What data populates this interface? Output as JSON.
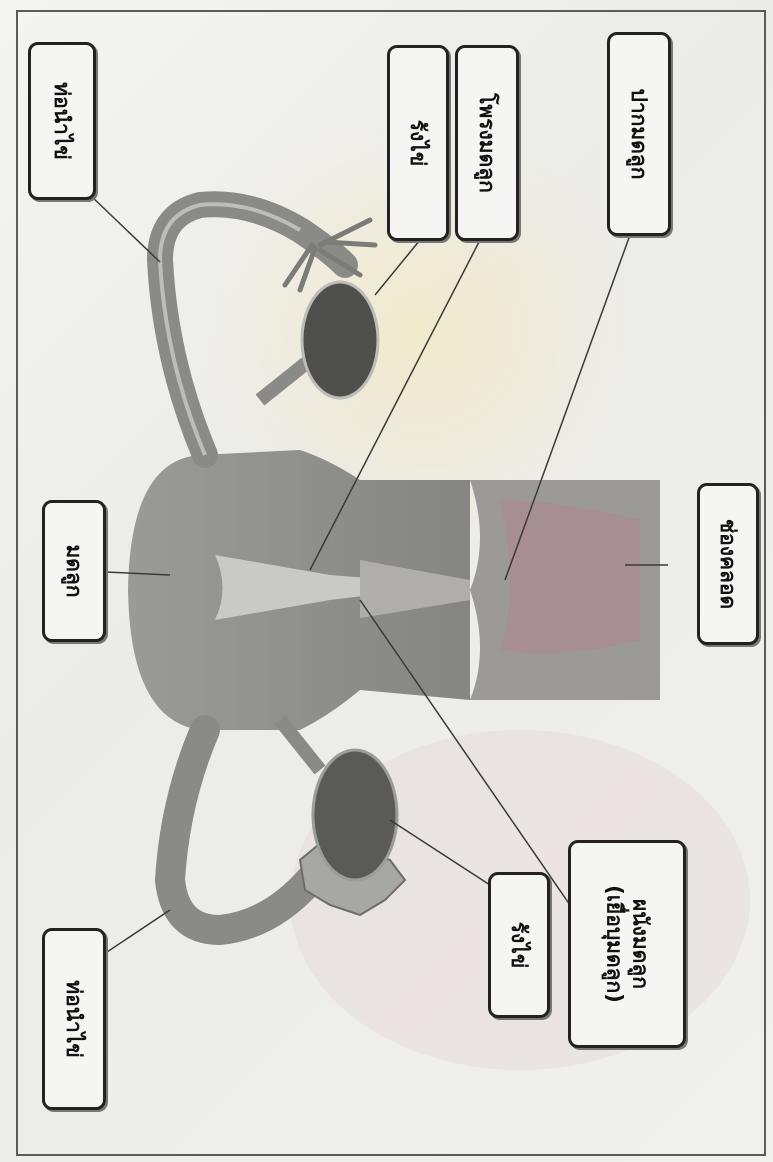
{
  "colors": {
    "tissue": "#8e8e8b",
    "tissue_dark": "#6f6f6c",
    "ovary": "#4f4f4c",
    "canal": "#d8d8d5",
    "vagina_tint": "#b88e98"
  },
  "labels": {
    "fallopian_tube_top": "ท่อนำไข่",
    "ovary_top": "รังไข่",
    "uterine_cavity": "โพรงมดลูก",
    "cervix": "ปากมดลูก",
    "uterus": "มดลูก",
    "vagina": "ช่องคลอด",
    "endometrium_line1": "ผนังมดลูก",
    "endometrium_line2": "(เยื่อบุมดลูก)",
    "ovary_bottom": "รังไข่",
    "fallopian_tube_bottom": "ท่อนำไข่"
  }
}
